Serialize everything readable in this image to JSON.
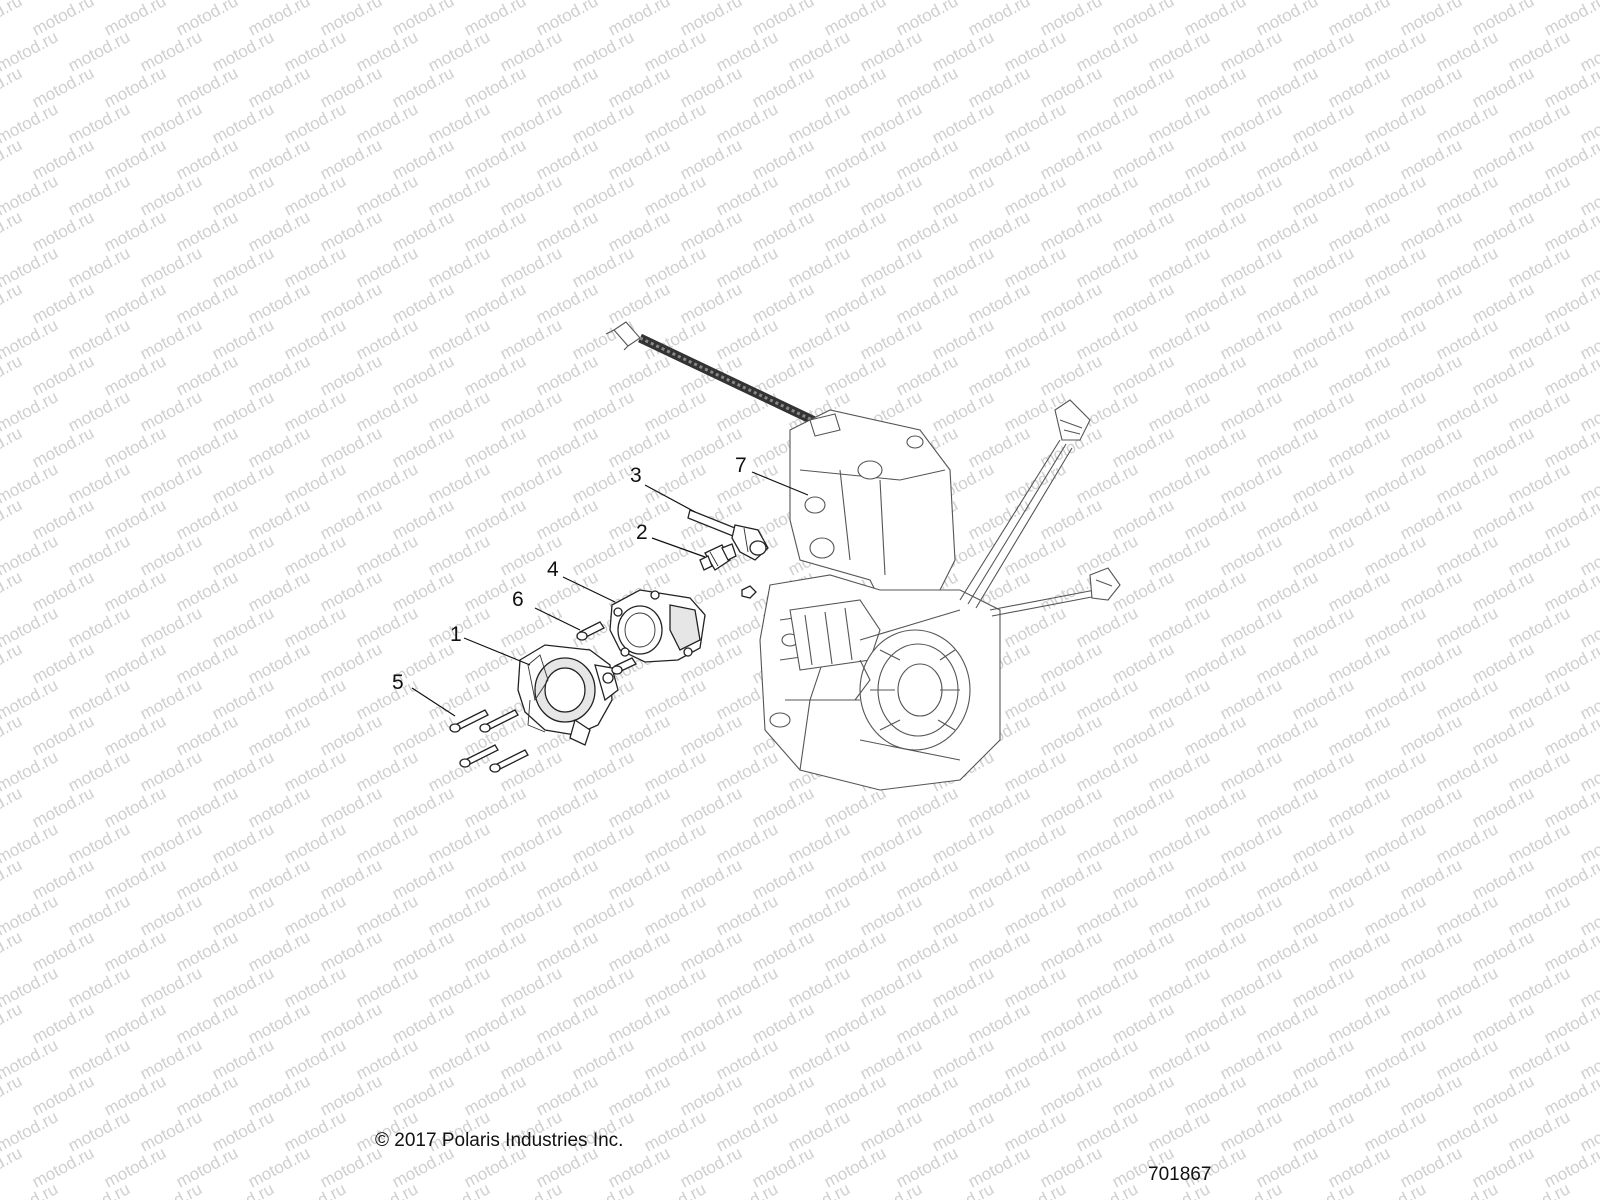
{
  "watermark": {
    "text": "motod.ru",
    "color": "#cfcfcf"
  },
  "callouts": [
    {
      "id": "1",
      "label": "1"
    },
    {
      "id": "2",
      "label": "2"
    },
    {
      "id": "3",
      "label": "3"
    },
    {
      "id": "4",
      "label": "4"
    },
    {
      "id": "5",
      "label": "5"
    },
    {
      "id": "6",
      "label": "6"
    },
    {
      "id": "7",
      "label": "7"
    }
  ],
  "footer": {
    "copyright": "© 2017 Polaris Industries Inc.",
    "diagram_number": "701867"
  }
}
